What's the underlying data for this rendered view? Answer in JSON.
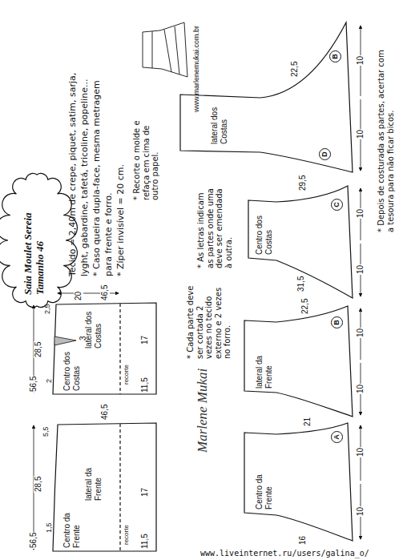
{
  "diagram": {
    "title": "Saia Moulet Sereia Tamanho 46",
    "labels": [
      "www.marlenemukai.com.br",
      "Tecido = 2,40m de crepe, piquet, satim, sarja,",
      "lyght, gabardine, tafetá, tricoline, popeline...",
      "* Caso queira dupla-face, mesma metragem",
      "para frente e forro.",
      "* Zíper invisível = 20 cm.",
      "* Recorte o molde e refaça em cima de outro papel.",
      "* As letras indicam as partes onde uma deve ser emendada à outra.",
      "* Cada parte deve ser cortada 2 vezes no tecido externo e 2 vezes no forro.",
      "* Depois de costurada as partes, acertar com a tesoura para não ficar bicos.",
      "2,5",
      "28,5",
      "2",
      "20",
      "46,5",
      "3",
      "Centro dos Costas",
      "lateral dos Costas",
      "recorte",
      "11,5",
      "17",
      "56,5",
      "5,5",
      "28,5",
      "1,5",
      "46,5",
      "Centro da Frente",
      "lateral da Frente",
      "recorte",
      "11,5",
      "17",
      "56,5",
      "lateral dos Costas",
      "22,5",
      "B",
      "D",
      "10",
      "10",
      "Centro dos Costas",
      "29,5",
      "C",
      "31,5",
      "10",
      "10",
      "lateral da Frente",
      "22,5",
      "B",
      "10",
      "10",
      "Centro da Frente",
      "21",
      "A",
      "16",
      "10",
      "10",
      "Marlene Mukai",
      "www.liveinternet.ru/users/galina_o/"
    ]
  }
}
